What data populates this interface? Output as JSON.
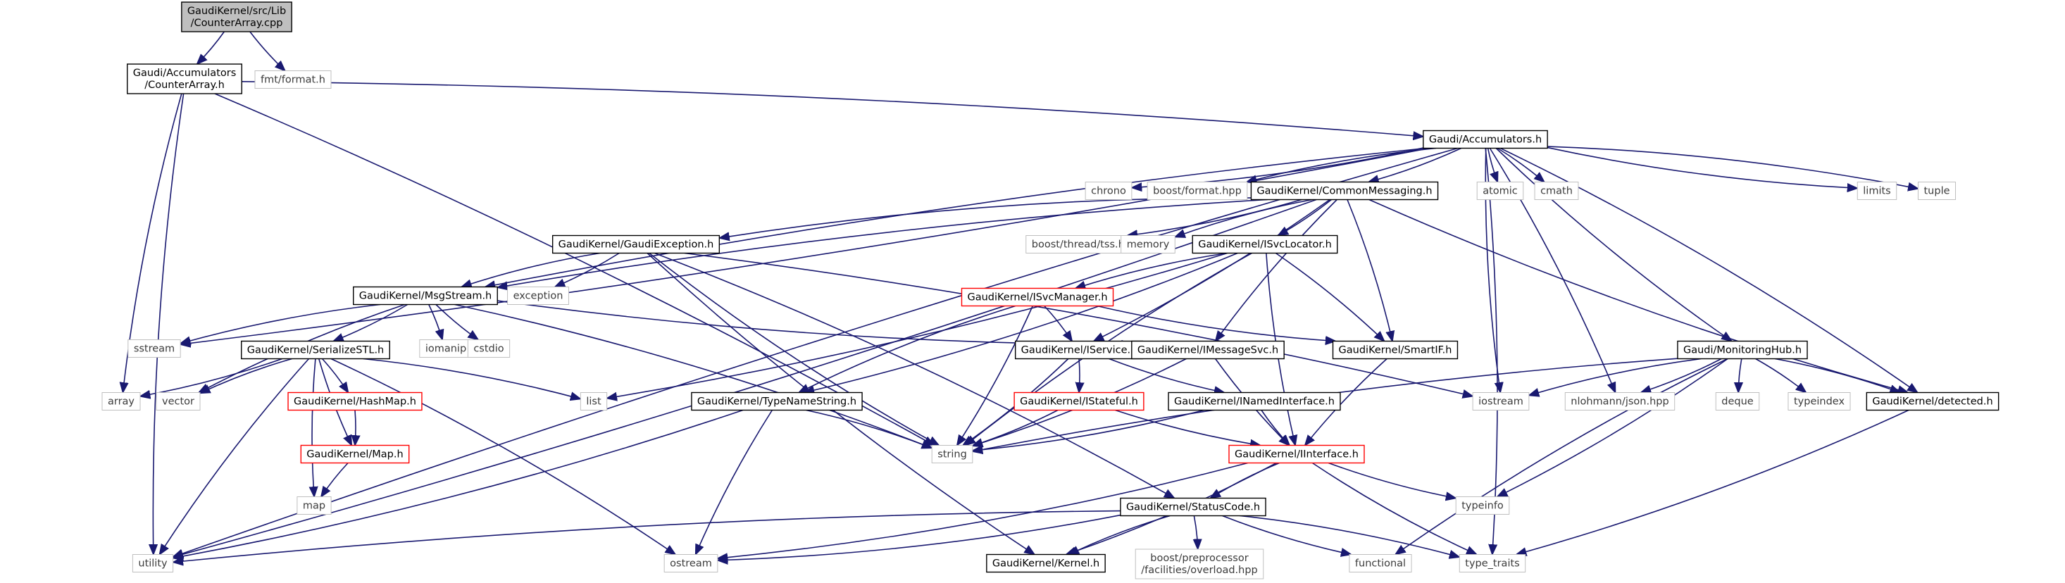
{
  "graph": {
    "nodes": [
      {
        "id": "root",
        "lines": [
          "GaudiKernel/src/Lib",
          "/CounterArray.cpp"
        ],
        "style": "root"
      },
      {
        "id": "accCounterArray",
        "lines": [
          "Gaudi/Accumulators",
          "/CounterArray.h"
        ],
        "style": "normal"
      },
      {
        "id": "fmt",
        "lines": [
          "fmt/format.h"
        ],
        "style": "external"
      },
      {
        "id": "accumulators",
        "lines": [
          "Gaudi/Accumulators.h"
        ],
        "style": "normal"
      },
      {
        "id": "chrono",
        "lines": [
          "chrono"
        ],
        "style": "external"
      },
      {
        "id": "boostFormat",
        "lines": [
          "boost/format.hpp"
        ],
        "style": "external"
      },
      {
        "id": "commonMessaging",
        "lines": [
          "GaudiKernel/CommonMessaging.h"
        ],
        "style": "normal"
      },
      {
        "id": "atomic",
        "lines": [
          "atomic"
        ],
        "style": "external"
      },
      {
        "id": "cmath",
        "lines": [
          "cmath"
        ],
        "style": "external"
      },
      {
        "id": "limits",
        "lines": [
          "limits"
        ],
        "style": "external"
      },
      {
        "id": "tuple",
        "lines": [
          "tuple"
        ],
        "style": "external"
      },
      {
        "id": "gaudiException",
        "lines": [
          "GaudiKernel/GaudiException.h"
        ],
        "style": "normal"
      },
      {
        "id": "boostTss",
        "lines": [
          "boost/thread/tss.hpp"
        ],
        "style": "external"
      },
      {
        "id": "memory",
        "lines": [
          "memory"
        ],
        "style": "external"
      },
      {
        "id": "iSvcLocator",
        "lines": [
          "GaudiKernel/ISvcLocator.h"
        ],
        "style": "normal"
      },
      {
        "id": "msgStream",
        "lines": [
          "GaudiKernel/MsgStream.h"
        ],
        "style": "normal"
      },
      {
        "id": "exception",
        "lines": [
          "exception"
        ],
        "style": "external"
      },
      {
        "id": "iSvcManager",
        "lines": [
          "GaudiKernel/ISvcManager.h"
        ],
        "style": "red"
      },
      {
        "id": "sstream",
        "lines": [
          "sstream"
        ],
        "style": "external"
      },
      {
        "id": "iomanip",
        "lines": [
          "iomanip"
        ],
        "style": "external"
      },
      {
        "id": "cstdio",
        "lines": [
          "cstdio"
        ],
        "style": "external"
      },
      {
        "id": "serializeSTL",
        "lines": [
          "GaudiKernel/SerializeSTL.h"
        ],
        "style": "normal"
      },
      {
        "id": "iService",
        "lines": [
          "GaudiKernel/IService.h"
        ],
        "style": "normal"
      },
      {
        "id": "iMessageSvc",
        "lines": [
          "GaudiKernel/IMessageSvc.h"
        ],
        "style": "normal"
      },
      {
        "id": "smartIF",
        "lines": [
          "GaudiKernel/SmartIF.h"
        ],
        "style": "normal"
      },
      {
        "id": "monitoringHub",
        "lines": [
          "Gaudi/MonitoringHub.h"
        ],
        "style": "normal"
      },
      {
        "id": "array",
        "lines": [
          "array"
        ],
        "style": "external"
      },
      {
        "id": "vector",
        "lines": [
          "vector"
        ],
        "style": "external"
      },
      {
        "id": "hashMap",
        "lines": [
          "GaudiKernel/HashMap.h"
        ],
        "style": "red"
      },
      {
        "id": "list",
        "lines": [
          "list"
        ],
        "style": "external"
      },
      {
        "id": "typeNameString",
        "lines": [
          "GaudiKernel/TypeNameString.h"
        ],
        "style": "normal"
      },
      {
        "id": "iStateful",
        "lines": [
          "GaudiKernel/IStateful.h"
        ],
        "style": "red"
      },
      {
        "id": "iNamedInterface",
        "lines": [
          "GaudiKernel/INamedInterface.h"
        ],
        "style": "normal"
      },
      {
        "id": "iostream",
        "lines": [
          "iostream"
        ],
        "style": "external"
      },
      {
        "id": "nlohmann",
        "lines": [
          "nlohmann/json.hpp"
        ],
        "style": "external"
      },
      {
        "id": "deque",
        "lines": [
          "deque"
        ],
        "style": "external"
      },
      {
        "id": "typeindex",
        "lines": [
          "typeindex"
        ],
        "style": "external"
      },
      {
        "id": "detected",
        "lines": [
          "GaudiKernel/detected.h"
        ],
        "style": "normal"
      },
      {
        "id": "map_h",
        "lines": [
          "GaudiKernel/Map.h"
        ],
        "style": "red"
      },
      {
        "id": "string",
        "lines": [
          "string"
        ],
        "style": "external"
      },
      {
        "id": "iInterface",
        "lines": [
          "GaudiKernel/IInterface.h"
        ],
        "style": "red"
      },
      {
        "id": "map",
        "lines": [
          "map"
        ],
        "style": "external"
      },
      {
        "id": "typeinfo",
        "lines": [
          "typeinfo"
        ],
        "style": "external"
      },
      {
        "id": "statusCode",
        "lines": [
          "GaudiKernel/StatusCode.h"
        ],
        "style": "normal"
      },
      {
        "id": "utility",
        "lines": [
          "utility"
        ],
        "style": "external"
      },
      {
        "id": "ostream",
        "lines": [
          "ostream"
        ],
        "style": "external"
      },
      {
        "id": "kernel",
        "lines": [
          "GaudiKernel/Kernel.h"
        ],
        "style": "normal"
      },
      {
        "id": "boostPreproc",
        "lines": [
          "boost/preprocessor",
          "/facilities/overload.hpp"
        ],
        "style": "external"
      },
      {
        "id": "functional",
        "lines": [
          "functional"
        ],
        "style": "external"
      },
      {
        "id": "typeTraits",
        "lines": [
          "type_traits"
        ],
        "style": "external"
      }
    ],
    "edges": [
      [
        "root",
        "accCounterArray"
      ],
      [
        "root",
        "fmt"
      ],
      [
        "accCounterArray",
        "accumulators"
      ],
      [
        "accCounterArray",
        "array"
      ],
      [
        "accCounterArray",
        "string"
      ],
      [
        "accCounterArray",
        "utility"
      ],
      [
        "accumulators",
        "chrono"
      ],
      [
        "accumulators",
        "boostFormat"
      ],
      [
        "accumulators",
        "commonMessaging"
      ],
      [
        "accumulators",
        "atomic"
      ],
      [
        "accumulators",
        "cmath"
      ],
      [
        "accumulators",
        "limits"
      ],
      [
        "accumulators",
        "tuple"
      ],
      [
        "accumulators",
        "msgStream"
      ],
      [
        "accumulators",
        "sstream"
      ],
      [
        "accumulators",
        "iostream"
      ],
      [
        "accumulators",
        "nlohmann"
      ],
      [
        "accumulators",
        "monitoringHub"
      ],
      [
        "accumulators",
        "detected"
      ],
      [
        "accumulators",
        "utility"
      ],
      [
        "accumulators",
        "typeTraits"
      ],
      [
        "commonMessaging",
        "gaudiException"
      ],
      [
        "commonMessaging",
        "boostTss"
      ],
      [
        "commonMessaging",
        "memory"
      ],
      [
        "commonMessaging",
        "iSvcLocator"
      ],
      [
        "commonMessaging",
        "msgStream"
      ],
      [
        "commonMessaging",
        "iService"
      ],
      [
        "commonMessaging",
        "iMessageSvc"
      ],
      [
        "commonMessaging",
        "smartIF"
      ],
      [
        "commonMessaging",
        "detected"
      ],
      [
        "commonMessaging",
        "utility"
      ],
      [
        "gaudiException",
        "msgStream"
      ],
      [
        "gaudiException",
        "exception"
      ],
      [
        "gaudiException",
        "string"
      ],
      [
        "gaudiException",
        "statusCode"
      ],
      [
        "gaudiException",
        "kernel"
      ],
      [
        "gaudiException",
        "iostream"
      ],
      [
        "iSvcLocator",
        "iSvcManager"
      ],
      [
        "iSvcLocator",
        "smartIF"
      ],
      [
        "iSvcLocator",
        "iInterface"
      ],
      [
        "iSvcLocator",
        "typeNameString"
      ],
      [
        "iSvcLocator",
        "string"
      ],
      [
        "iSvcLocator",
        "list"
      ],
      [
        "msgStream",
        "sstream"
      ],
      [
        "msgStream",
        "iomanip"
      ],
      [
        "msgStream",
        "cstdio"
      ],
      [
        "msgStream",
        "serializeSTL"
      ],
      [
        "msgStream",
        "iMessageSvc"
      ],
      [
        "msgStream",
        "string"
      ],
      [
        "msgStream",
        "vector"
      ],
      [
        "iSvcManager",
        "iService"
      ],
      [
        "iSvcManager",
        "typeNameString"
      ],
      [
        "iSvcManager",
        "string"
      ],
      [
        "iSvcManager",
        "smartIF"
      ],
      [
        "serializeSTL",
        "hashMap"
      ],
      [
        "serializeSTL",
        "map_h"
      ],
      [
        "serializeSTL",
        "array"
      ],
      [
        "serializeSTL",
        "vector"
      ],
      [
        "serializeSTL",
        "list"
      ],
      [
        "serializeSTL",
        "map"
      ],
      [
        "serializeSTL",
        "ostream"
      ],
      [
        "serializeSTL",
        "utility"
      ],
      [
        "iService",
        "iStateful"
      ],
      [
        "iService",
        "iNamedInterface"
      ],
      [
        "iService",
        "string"
      ],
      [
        "iMessageSvc",
        "iInterface"
      ],
      [
        "iMessageSvc",
        "string"
      ],
      [
        "smartIF",
        "iInterface"
      ],
      [
        "monitoringHub",
        "detected"
      ],
      [
        "monitoringHub",
        "iostream"
      ],
      [
        "monitoringHub",
        "nlohmann"
      ],
      [
        "monitoringHub",
        "deque"
      ],
      [
        "monitoringHub",
        "typeindex"
      ],
      [
        "monitoringHub",
        "string"
      ],
      [
        "monitoringHub",
        "typeinfo"
      ],
      [
        "monitoringHub",
        "functional"
      ],
      [
        "hashMap",
        "map_h"
      ],
      [
        "map_h",
        "map"
      ],
      [
        "typeNameString",
        "string"
      ],
      [
        "typeNameString",
        "ostream"
      ],
      [
        "typeNameString",
        "utility"
      ],
      [
        "iStateful",
        "iInterface"
      ],
      [
        "iStateful",
        "string"
      ],
      [
        "iNamedInterface",
        "iInterface"
      ],
      [
        "iNamedInterface",
        "string"
      ],
      [
        "iInterface",
        "statusCode"
      ],
      [
        "iInterface",
        "kernel"
      ],
      [
        "iInterface",
        "typeinfo"
      ],
      [
        "iInterface",
        "ostream"
      ],
      [
        "iInterface",
        "typeTraits"
      ],
      [
        "detected",
        "typeTraits"
      ],
      [
        "statusCode",
        "utility"
      ],
      [
        "statusCode",
        "ostream"
      ],
      [
        "statusCode",
        "kernel"
      ],
      [
        "statusCode",
        "boostPreproc"
      ],
      [
        "statusCode",
        "functional"
      ],
      [
        "statusCode",
        "typeTraits"
      ]
    ]
  }
}
